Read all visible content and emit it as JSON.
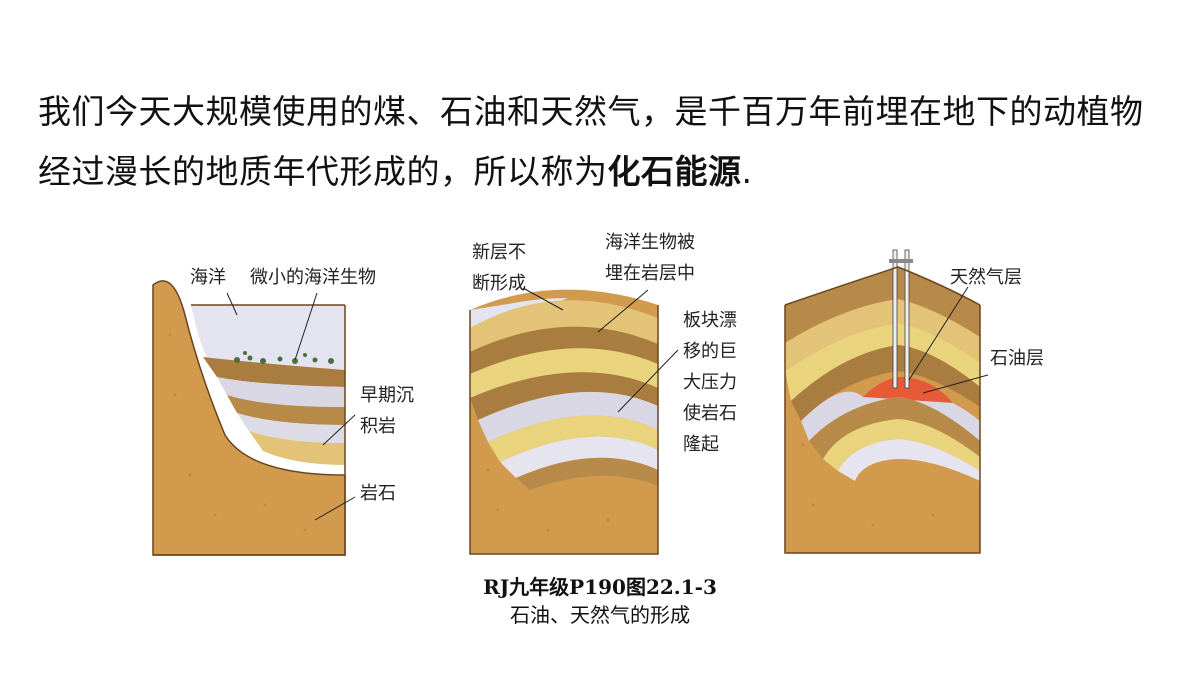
{
  "intro": {
    "text_before": "我们今天大规模使用的煤、石油和天然气，是千百万年前埋在地下的动植物经过漫长的地质年代形成的，所以称为",
    "bold_term": "化石能源",
    "text_after": "."
  },
  "panel1": {
    "ocean_label": "海洋",
    "organisms_label": "微小的海洋生物",
    "sediment_label_1": "早期沉",
    "sediment_label_2": "积岩",
    "rock_label": "岩石"
  },
  "panel2": {
    "new_layers_1": "新层不",
    "new_layers_2": "断形成",
    "buried_1": "海洋生物被",
    "buried_2": "埋在岩层中",
    "plate_1": "板块漂",
    "plate_2": "移的巨",
    "plate_3": "大压力",
    "plate_4": "使岩石",
    "plate_5": "隆起"
  },
  "panel3": {
    "gas_label": "天然气层",
    "oil_label": "石油层"
  },
  "caption": {
    "line1": "RJ九年级P190图22.1-3",
    "line2": "石油、天然气的形成"
  },
  "colors": {
    "rock": "#d19a4c",
    "sand": "#e3c378",
    "dark_layer": "#a97c3f",
    "pale_layer": "#d9d7e3",
    "yellow_layer": "#ead37d",
    "oil": "#e65a38",
    "water": "#e3e4f0",
    "outline": "#6a4520"
  }
}
